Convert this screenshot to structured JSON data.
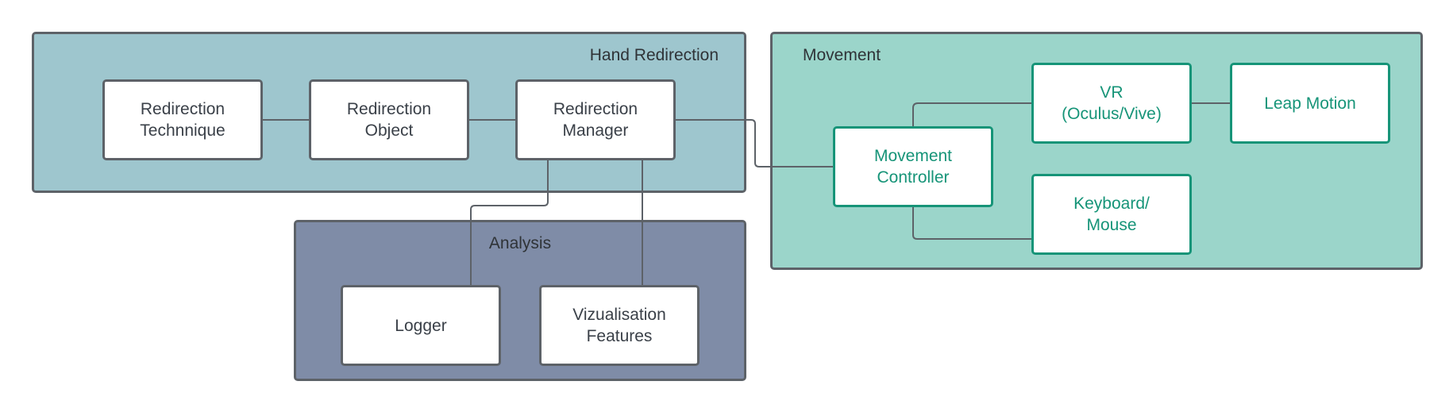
{
  "groups": {
    "hand_redirection": {
      "title": "Hand Redirection",
      "color": "#9ec6ce"
    },
    "analysis": {
      "title": "Analysis",
      "color": "#7f8ca7"
    },
    "movement": {
      "title": "Movement",
      "color": "#9bd5ca"
    }
  },
  "nodes": {
    "redirection_technique": "Redirection\nTechnnique",
    "redirection_object": "Redirection\nObject",
    "redirection_manager": "Redirection\nManager",
    "logger": "Logger",
    "vizualisation_features": "Vizualisation\nFeatures",
    "movement_controller": "Movement\nController",
    "vr": "VR\n(Oculus/Vive)",
    "leap_motion": "Leap Motion",
    "keyboard_mouse": "Keyboard/\nMouse"
  },
  "edges": [
    [
      "redirection_technique",
      "redirection_object"
    ],
    [
      "redirection_object",
      "redirection_manager"
    ],
    [
      "redirection_manager",
      "movement_controller"
    ],
    [
      "redirection_manager",
      "logger"
    ],
    [
      "redirection_manager",
      "vizualisation_features"
    ],
    [
      "movement_controller",
      "vr"
    ],
    [
      "movement_controller",
      "keyboard_mouse"
    ],
    [
      "vr",
      "leap_motion"
    ]
  ],
  "colors": {
    "outline": "#5d6268",
    "accent": "#169478",
    "node_fill": "#ffffff"
  }
}
